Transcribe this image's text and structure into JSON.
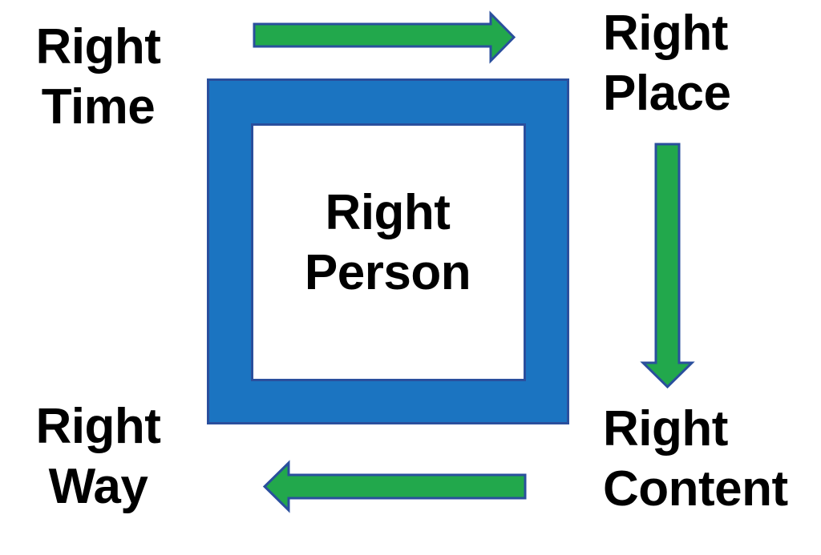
{
  "labels": {
    "center": "Right Person",
    "top_left": "Right Time",
    "top_right": "Right Place",
    "bottom_right": "Right Content",
    "bottom_left": "Right Way"
  },
  "arrows": [
    {
      "name": "arrow-right-icon",
      "direction": "right",
      "from": "Right Time",
      "to": "Right Place"
    },
    {
      "name": "arrow-down-icon",
      "direction": "down",
      "from": "Right Place",
      "to": "Right Content"
    },
    {
      "name": "arrow-left-icon",
      "direction": "left",
      "from": "Right Content",
      "to": "Right Way"
    }
  ],
  "colors": {
    "arrow_green": "#22a84c",
    "square_blue": "#1b74c1",
    "outline_navy": "#2a4f9d",
    "text": "#000000",
    "background": "#ffffff"
  }
}
